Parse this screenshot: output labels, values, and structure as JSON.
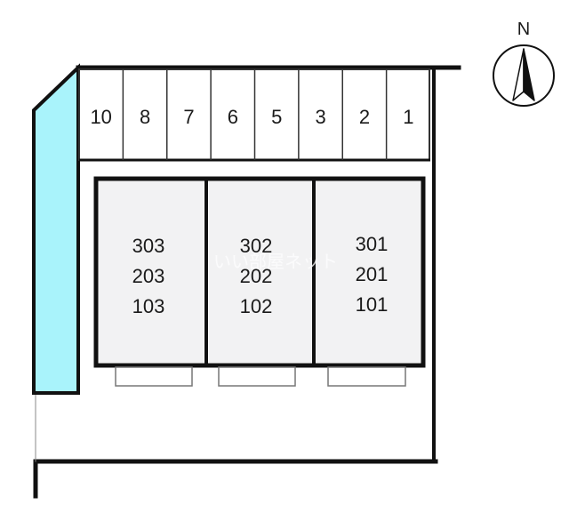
{
  "compass": {
    "label": "N",
    "icon": "north-arrow-icon"
  },
  "parking": {
    "slots": [
      "10",
      "8",
      "7",
      "6",
      "5",
      "3",
      "2",
      "1"
    ]
  },
  "buildings": [
    {
      "units": [
        "303",
        "203",
        "103"
      ]
    },
    {
      "units": [
        "302",
        "202",
        "102"
      ]
    },
    {
      "units": [
        "301",
        "201",
        "101"
      ]
    }
  ],
  "watermark": "いい部屋ネット",
  "colors": {
    "outline": "#111111",
    "building_fill": "#f2f2f3",
    "cyan_strip": "#a9f3fb",
    "balcony_stroke": "#777777"
  }
}
